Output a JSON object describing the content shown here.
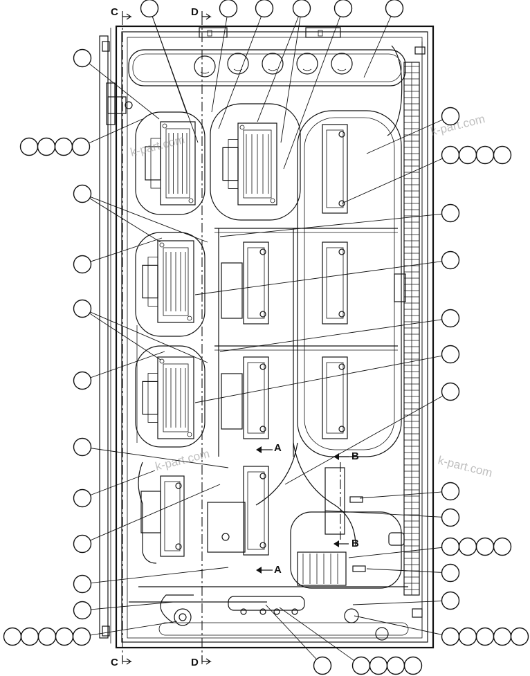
{
  "section_markers": {
    "c": "C",
    "d": "D",
    "a": "A",
    "b": "B"
  },
  "watermark": "k-part.com"
}
